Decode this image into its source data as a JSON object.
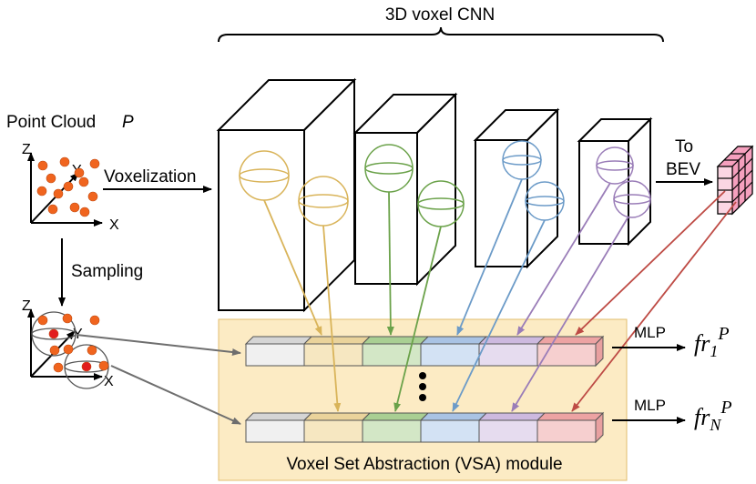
{
  "labels": {
    "cnn_title": "3D voxel CNN",
    "point_cloud": "Point Cloud",
    "point_cloud_symbol": "P",
    "axis_z": "Z",
    "axis_y": "Y",
    "axis_x": "X",
    "voxelization": "Voxelization",
    "sampling": "Sampling",
    "to": "To",
    "bev": "BEV",
    "mlp_top": "MLP",
    "mlp_bottom": "MLP",
    "vsa_module": "Voxel Set Abstraction (VSA) module",
    "output_top": {
      "base": "fr",
      "sub": "1",
      "sup": "P"
    },
    "output_bottom": {
      "base": "fr",
      "sub": "N",
      "sup": "P"
    }
  },
  "colors": {
    "vsa_fill": "#FCEBC4",
    "vsa_stroke": "#E2BE6E",
    "gray": "#6E6E6E",
    "yellow": "#D9B45A",
    "green": "#6BA24A",
    "blue": "#6C9BC8",
    "purple": "#9A7DB8",
    "red": "#BE4B45",
    "orange_point": "#F0641E",
    "red_point": "#E21D1D",
    "bev_pink": "#F5A0BE",
    "bev_light": "#FBD6E3"
  }
}
